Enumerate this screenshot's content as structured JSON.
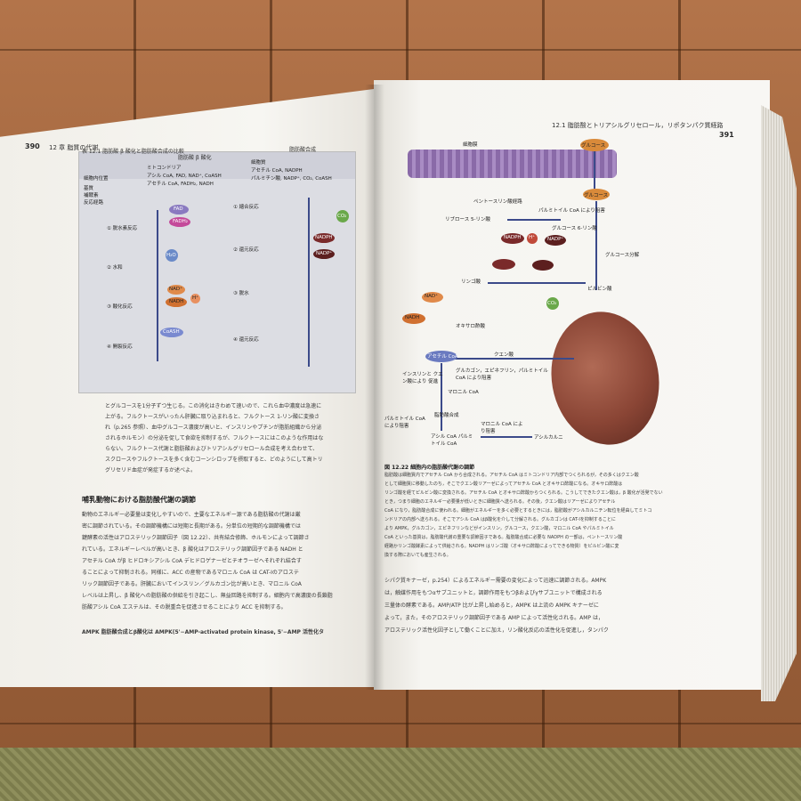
{
  "left_page": {
    "page_number": "390",
    "running_head": "12 章  脂質の代謝",
    "table_title": "表 12.1  脂肪酸 β 酸化と脂肪酸合成の比較",
    "col_oxidation": "脂肪酸 β 酸化",
    "col_synthesis": "脂肪酸合成",
    "row_labels": [
      "細胞内位置",
      "基質",
      "補酵素",
      "反応経路"
    ],
    "oxidation_info": [
      "ミトコンドリア",
      "アシル CoA, FAD, NAD⁺, CoASH",
      "アセチル CoA, FADH₂, NADH"
    ],
    "synthesis_info": [
      "細胞質",
      "アセチル CoA, NADPH",
      "パルミチン酸, NADP⁺, CO₂, CoASH"
    ],
    "oxidation_steps": [
      "① 脱水素反応",
      "② 水和",
      "③ 酸化反応",
      "④ 開裂反応"
    ],
    "synthesis_steps": [
      "① 縮合反応",
      "② 還元反応",
      "③ 脱水",
      "④ 還元反応"
    ],
    "molecule_labels": [
      "FAD",
      "FADH₂",
      "H₂O",
      "NAD⁺",
      "NADH",
      "H⁺",
      "CoASH",
      "NADPH",
      "NADP⁺",
      "CO₂"
    ],
    "body_lines": [
      "とグルコースを1分子ずつ生じる。この消化はきわめて速いので、これら血中濃度は急速に",
      "上がる。フルクトースがいったん肝臓に取り込まれると、フルクトース 1-リン酸に変換さ",
      "れ（p.265 参照）、血中グルコース濃度が高いと、インスリンやプチンが脂肪組織から分泌",
      "されるホルモン）の分泌を促して食欲を抑制するが、フルクトースにはこのような作用はな",
      "らない。フルクトース代謝と脂肪酸およびトリアシルグリセロール合成を考え合わせて、",
      "スクロースやフルクトースを多く含むコーンシロップを摂取すると、どのようにして高トリ",
      "グリセリド血症が発症するか述べよ。"
    ],
    "section_title": "哺乳動物における脂肪酸代謝の調節",
    "section_lines": [
      "動物のエネルギー必要量は変化しやすいので、主要なエネルギー源である脂肪酸の代謝は厳",
      "密に調節されている。その調節機構には短期と長期がある。分単位の短期的な調節機構では",
      "鍵酵素の活性はアロステリック調節因子（図 12.22）、共有結合修飾、ホルモンによって調節さ",
      "れている。エネルギーレベルが高いとき、β 酸化はアロステリック調節因子である NADH と",
      "アセチル CoA がβ ヒドロキシアシル CoA デヒドロゲナーゼとチオラーゼへそれぞれ結合す",
      "ることによって抑制される。同様に、ACC の産物であるマロニル CoA は CAT-Ⅰのアロステ",
      "リック調節因子である。肝臓においてインスリン／グルカゴン比が高いとき、マロニル CoA",
      "レベルは上昇し、β 酸化への脂肪酸の供給を引き起こし、無益回路を抑制する。細胞内で高濃度の長鎖脂",
      "肪酸アシル CoA エステルは、その脱重合を促進させることにより ACC を抑制する。"
    ],
    "footnote": "AMPK   脂肪酸合成とβ酸化は AMPK(5'−AMP-activated protein kinase, 5'−AMP 活性化タ"
  },
  "right_page": {
    "page_number": "391",
    "running_head": "12.1  脂肪酸とトリアシルグリセロール，リポタンパク質経路",
    "diagram_labels": {
      "membrane": "細胞膜",
      "glucose_top": "グルコース",
      "glucose_in": "グルコース",
      "ppp": "ペントースリン酸経路",
      "ribose": "リブロース 5-リン酸",
      "g6p": "グルコース 6-リン酸",
      "palm_inhibit": "パルミトイル CoA により阻害",
      "nadph": "NADPH",
      "nadp": "NADP⁺",
      "h_plus": "H⁺",
      "glycolysis": "グルコース分解",
      "malate": "リンゴ酸",
      "pyruvate": "ピルビン酸",
      "co2": "CO₂",
      "oxaloacetate": "オキサロ酢酸",
      "nad": "NAD⁺",
      "nadh": "NADH",
      "citrate": "クエン酸",
      "acetylcoa": "アセチル CoA",
      "insulin": "インスリンと クエン酸により 促進",
      "glucagon": "グルカゴン，エピネフリン，パルミトイル CoA により阻害",
      "malonyl": "マロニル CoA",
      "fas": "脂肪酸合成",
      "palm_inhibit2": "パルミトイル CoA により阻害",
      "malonyl_inhibit": "マロニル CoA により阻害",
      "acylcoa": "アシル CoA パルミトイル CoA",
      "acylcarnitine": "アシルカルニ"
    },
    "caption_title": "図 12.22  細胞内の脂肪酸代謝の調節",
    "caption_lines": [
      "脂肪酸は細胞質内でアセチル CoA から合成される。アセチル CoA はミトコンドリア内部でつくられるが，その多くはクエン酸",
      "として細胞質に移動したのち，そこでクエン酸リアーゼによってアセチル CoA とオキサロ酢酸になる。オキサロ酢酸は",
      "リンゴ酸を経てピルビン酸に変換される。アセチル CoA とオキサロ酢酸からつくられる。こうしてできたクエン酸は，β 酸化が活発でない",
      "とき，つまり細胞のエネルギー必要量が低いときに細胞質へ送られる。その後，クエン酸はリアーゼによりアセチル",
      "CoA になり，脂肪酸合成に使われる。細胞がエネルギーを多く必要とするときには，脂肪酸がアシルカルニチン転位を経由してミトコ",
      "ンドリアの内部へ送られる。そこでアシル CoA はβ酸化を介して分解される。グルカゴンは CAT-Ⅰを抑制することに",
      "より AMPK，グルカゴン，エピネフリンなどがインスリン，グルコース，クエン酸，マロニル CoA やパルミトイル",
      "CoA といった基質は，脂肪酸代謝の重要な調節因子である。脂肪酸合成に必要な NADPH の一部は，ペントースリン酸",
      "経路かリンゴ酸酵素によって供給される。NADPH はリンゴ酸（オキサロ酢酸によってできる物質）をピルビン酸に変",
      "換する際においても産生される。"
    ],
    "body_lines": [
      "シパク質キナーゼ，p.254）によるエネルギー需要の変化によって迅速に調節される。AMPK",
      "は，触媒作用をもつαサブユニットと，調節作用をもつβおよびγサブユニットで構成される",
      "三量体の酵素である。AMP/ATP 比が上昇し始めると，AMPK は上流の AMPK キナーゼに",
      "よって，また，そのアロステリック調節因子である AMP によって活性化される。AMP は，",
      "アロステリック活性化因子として働くことに加え，リン酸化反応の活性化を促進し，タンパク"
    ]
  },
  "colors": {
    "wood": "#a0653d",
    "paper": "#f6f5f1",
    "figure_bg": "#dcdde3",
    "arrow_blue": "#3b4a8a",
    "mito_red": "#8a4535",
    "membrane_purple": "#9a7ab8",
    "glucose_orange": "#d98a3a",
    "nadph_maroon": "#7a2a2a"
  }
}
